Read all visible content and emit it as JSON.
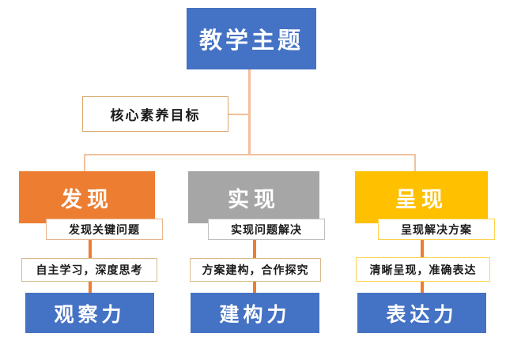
{
  "diagram": {
    "title_box": {
      "label": "教学主题",
      "color": "#4472C4"
    },
    "goal_box": {
      "label": "核心素养目标",
      "border_color": "#D9A86C"
    },
    "columns": [
      {
        "category": "发现",
        "category_color": "#ED7D31",
        "sub_label": "发现关键问题",
        "detail_label": "自主学习，深度思考",
        "capability": "观察力",
        "capability_color": "#4472C4"
      },
      {
        "category": "实现",
        "category_color": "#A6A6A6",
        "sub_label": "实现问题解决",
        "detail_label": "方案建构，合作探究",
        "capability": "建构力",
        "capability_color": "#4472C4"
      },
      {
        "category": "呈现",
        "category_color": "#FFC000",
        "sub_label": "呈现解决方案",
        "detail_label": "清晰呈现，准确表达",
        "capability": "表达力",
        "capability_color": "#4472C4"
      }
    ],
    "connector_color": "#ED7D31"
  }
}
